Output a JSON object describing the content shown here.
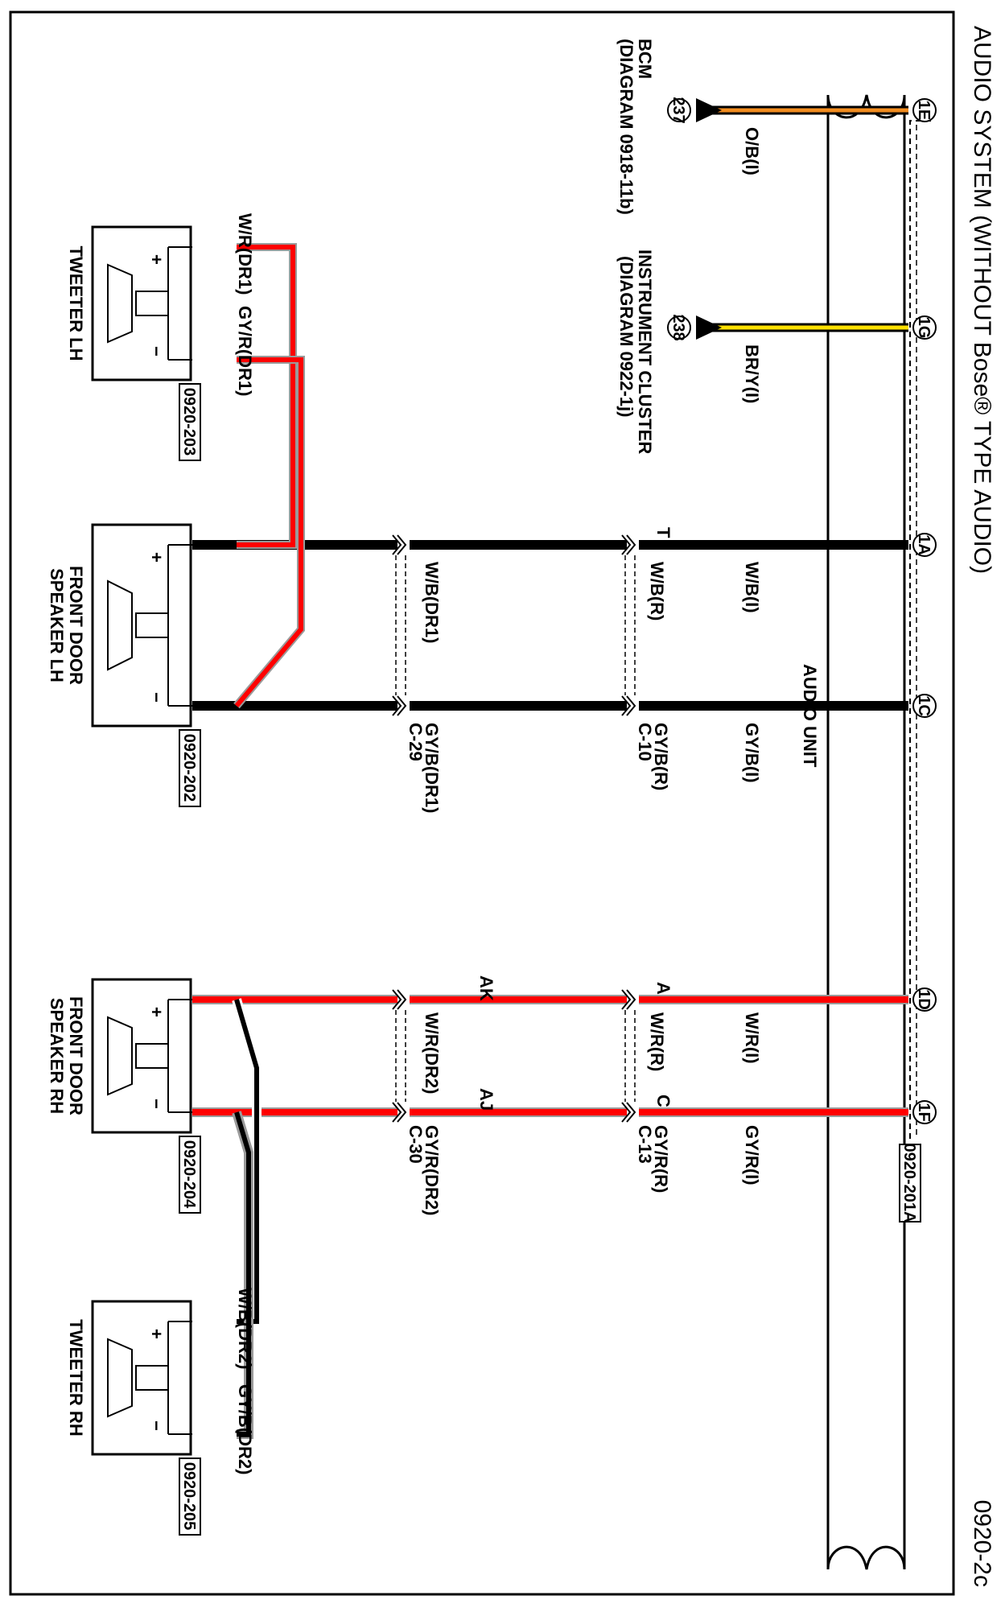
{
  "title": "AUDIO SYSTEM (WITHOUT Bose® TYPE AUDIO)",
  "page_number": "0920-2c",
  "audio_unit": {
    "label": "AUDIO UNIT",
    "connector": "0920-201A"
  },
  "bcm": {
    "name": "BCM",
    "ref": "(DIAGRAM 0918-11b)",
    "pin": "1E",
    "wire": "O/B(I)",
    "node": "237"
  },
  "cluster": {
    "name": "INSTRUMENT CLUSTER",
    "ref": "(DIAGRAM 0922-1j)",
    "pin": "1G",
    "wire": "BR/Y(I)",
    "node": "238"
  },
  "pins": {
    "a": "1A",
    "c": "1C",
    "d": "1D",
    "f": "1F"
  },
  "lh_wires": {
    "wb_i": "W/B(I)",
    "gyb_i": "GY/B(I)",
    "t": "T",
    "c10": "C-10",
    "wb_r": "W/B(R)",
    "gyb_r": "GY/B(R)",
    "c29": "C-29",
    "wb_dr1": "W/B(DR1)",
    "gyb_dr1": "GY/B(DR1)",
    "wr_dr1": "W/R(DR1)",
    "gyr_dr1": "GY/R(DR1)"
  },
  "rh_wires": {
    "wr_i": "W/R(I)",
    "gyr_i": "GY/R(I)",
    "a": "A",
    "c": "C",
    "c13": "C-13",
    "wr_r": "W/R(R)",
    "gyr_r": "GY/R(R)",
    "ak": "AK",
    "aj": "AJ",
    "c30": "C-30",
    "wr_dr2": "W/R(DR2)",
    "gyr_dr2": "GY/R(DR2)",
    "wb_dr2": "W/B(DR2)",
    "gyb_dr2": "GY/B(DR2)"
  },
  "components": {
    "tweeter_lh": {
      "name": "TWEETER LH",
      "connector": "0920-203"
    },
    "front_lh": {
      "name1": "FRONT DOOR",
      "name2": "SPEAKER LH",
      "connector": "0920-202"
    },
    "front_rh": {
      "name1": "FRONT DOOR",
      "name2": "SPEAKER RH",
      "connector": "0920-204"
    },
    "tweeter_rh": {
      "name": "TWEETER RH",
      "connector": "0920-205"
    }
  },
  "polarity": {
    "plus": "+",
    "minus": "−"
  },
  "colors": {
    "orange": "#f28c1f",
    "yellow": "#ffe000",
    "red": "#ff0000",
    "gray": "#9a9a9a",
    "black": "#000000"
  }
}
